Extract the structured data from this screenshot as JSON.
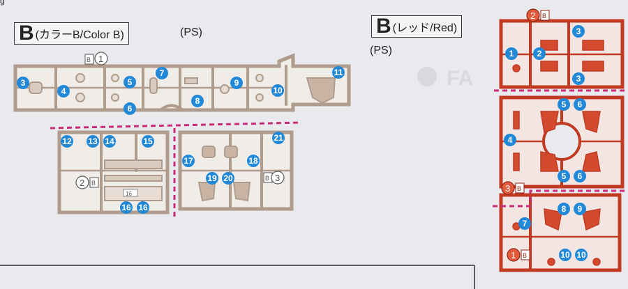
{
  "header_corner": "g",
  "left": {
    "title_letter": "B",
    "title_sub": "(カラーB/Color B)",
    "material": "(PS)",
    "tree_numbers": [
      "1",
      "2",
      "3"
    ],
    "runner_tag": "B",
    "part_numbers": {
      "p3": "3",
      "p4": "4",
      "p5": "5",
      "p6": "6",
      "p7": "7",
      "p8": "8",
      "p9": "9",
      "p10": "10",
      "p11": "11",
      "p12": "12",
      "p13": "13",
      "p14": "14",
      "p15": "15",
      "p16a": "16",
      "p16b": "16",
      "p17": "17",
      "p18": "18",
      "p19": "19",
      "p20": "20",
      "p21": "21"
    },
    "small_tag_16": "16"
  },
  "right": {
    "title_letter": "B",
    "title_sub": "(レッド/Red)",
    "material": "(PS)",
    "tree_numbers": [
      "2",
      "3",
      "1"
    ],
    "runner_tag": "B",
    "part_numbers": {
      "r1": "1",
      "r2": "2",
      "r3a": "3",
      "r3b": "3",
      "r4": "4",
      "r5a": "5",
      "r6a": "6",
      "r5b": "5",
      "r6b": "6",
      "r7": "7",
      "r8": "8",
      "r9": "9",
      "r10a": "10",
      "r10b": "10"
    }
  },
  "watermark": "FA",
  "colors": {
    "badge": "#2288d8",
    "dashed_line": "#c82a78",
    "left_runner": "#b09c8c",
    "left_runner_fill": "#d9cbbf",
    "red_runner": "#c23a22",
    "red_bg": "#e45a3c"
  }
}
